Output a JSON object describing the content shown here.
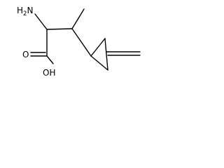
{
  "molecule": {
    "labels": {
      "amine_h": "H",
      "amine_sub": "2",
      "amine_n": "N",
      "hydroxyl": "OH",
      "carbonyl_o": "O"
    },
    "bond_color": "#000000",
    "background_color": "#ffffff"
  }
}
